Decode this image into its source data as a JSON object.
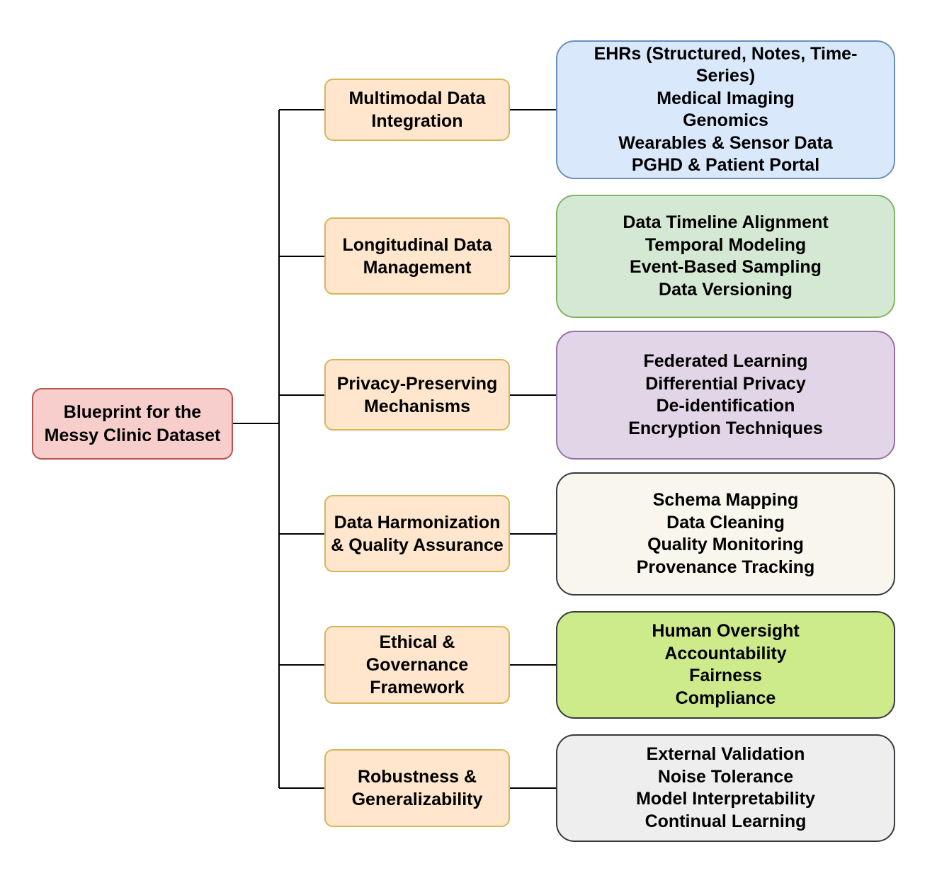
{
  "root": {
    "lines": [
      "Blueprint for the",
      "Messy Clinic Dataset"
    ],
    "color": "#f8cecc"
  },
  "categories": [
    {
      "lines": [
        "Multimodal Data",
        "Integration"
      ],
      "details": [
        "EHRs (Structured, Notes, Time-",
        "Series)",
        "Medical Imaging",
        "Genomics",
        "Wearables & Sensor Data",
        "PGHD & Patient Portal"
      ],
      "detail_color": "#dae8fc"
    },
    {
      "lines": [
        "Longitudinal Data",
        "Management"
      ],
      "details": [
        "Data Timeline Alignment",
        "Temporal Modeling",
        "Event-Based Sampling",
        "Data Versioning"
      ],
      "detail_color": "#d5e8d4"
    },
    {
      "lines": [
        "Privacy-Preserving",
        "Mechanisms"
      ],
      "details": [
        "Federated Learning",
        "Differential Privacy",
        "De-identification",
        "Encryption Techniques"
      ],
      "detail_color": "#e1d5e7"
    },
    {
      "lines": [
        "Data Harmonization",
        "& Quality Assurance"
      ],
      "details": [
        "Schema Mapping",
        "Data Cleaning",
        "Quality Monitoring",
        "Provenance Tracking"
      ],
      "detail_color": "#f9f7ed"
    },
    {
      "lines": [
        "Ethical &",
        "Governance",
        "Framework"
      ],
      "details": [
        "Human Oversight",
        "Accountability",
        "Fairness",
        "Compliance"
      ],
      "detail_color": "#cdeb8b"
    },
    {
      "lines": [
        "Robustness &",
        "Generalizability"
      ],
      "details": [
        "External Validation",
        "Noise Tolerance",
        "Model Interpretability",
        "Continual Learning"
      ],
      "detail_color": "#eeeeee"
    }
  ],
  "category_color": "#ffe6cc",
  "connector_color": "#000000"
}
